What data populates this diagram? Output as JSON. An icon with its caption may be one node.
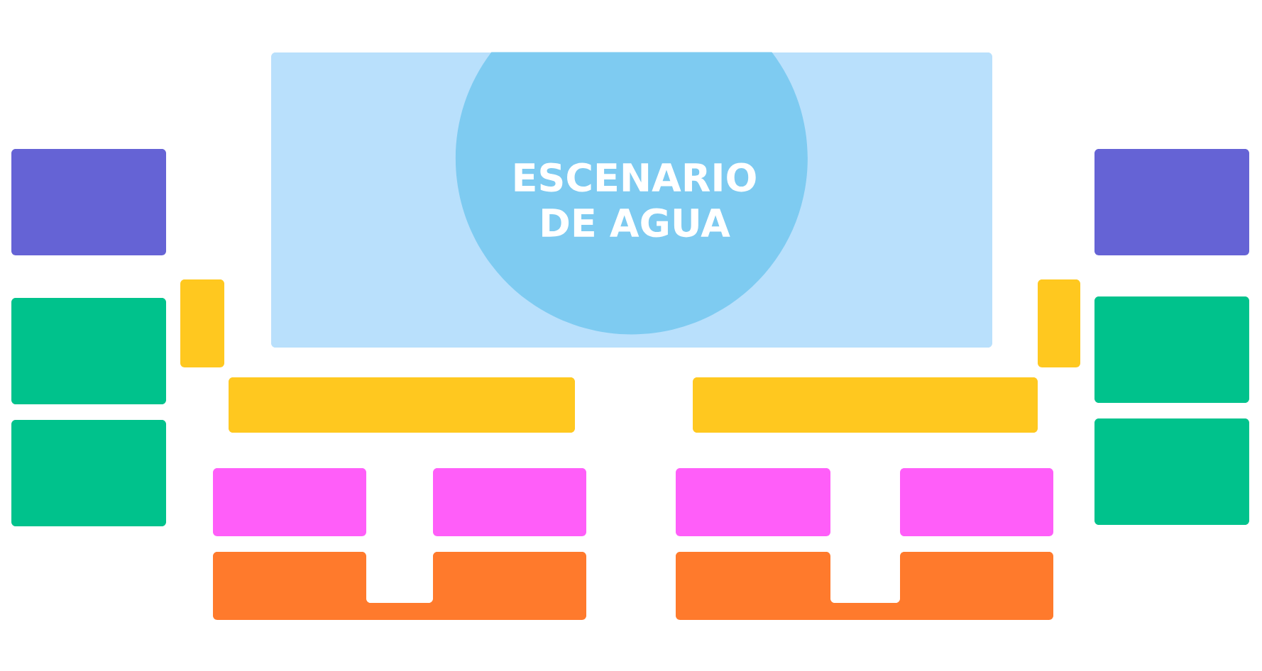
{
  "diagram": {
    "nodes": [
      {
        "text": [],
        "shape": "box"
      },
      {
        "text": [
          "ESCENARIO DE AGUA"
        ],
        "in": 0
      },
      {
        "text": [],
        "shape": "box"
      },
      {
        "text": [],
        "shape": "box"
      },
      {
        "text": [],
        "shape": "box"
      },
      {
        "text": [],
        "shape": "box"
      },
      {
        "text": [],
        "shape": "box"
      },
      {
        "text": [],
        "shape": "box"
      },
      {
        "text": [],
        "shape": "box"
      },
      {
        "text": [],
        "shape": "box"
      },
      {
        "text": [],
        "shape": "box"
      },
      {
        "text": [],
        "shape": "box"
      },
      {
        "text": [],
        "shape": "box"
      },
      {
        "text": [],
        "shape": "box"
      },
      {
        "text": [],
        "shape": "box"
      },
      {
        "text": [],
        "shape": "box"
      },
      {
        "text": [],
        "shape": "box"
      },
      {
        "text": [],
        "shape": "box"
      }
    ]
  }
}
